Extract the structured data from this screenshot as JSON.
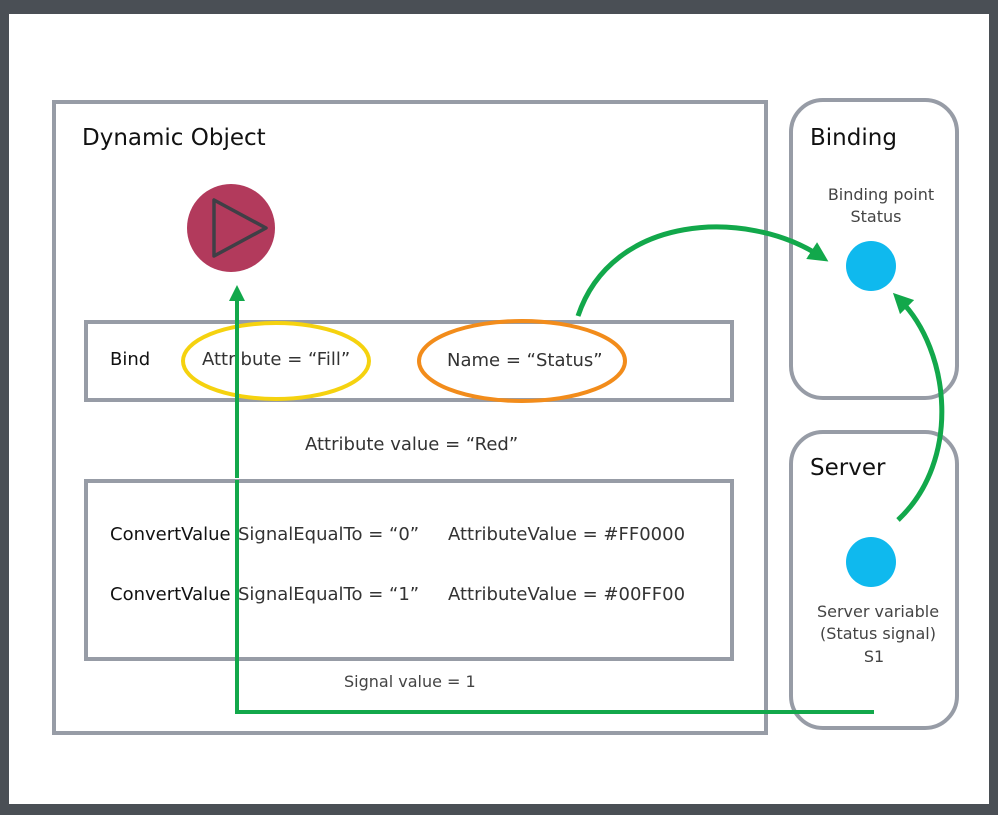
{
  "dynamic_object": {
    "title": "Dynamic Object",
    "bind": {
      "label": "Bind",
      "attribute": "Attribute = “Fill”",
      "name": "Name = “Status”"
    },
    "attribute_value": "Attribute value = “Red”",
    "convert_values": [
      {
        "label": "ConvertValue",
        "signal": "SignalEqualTo = “0”",
        "attribute": "AttributeValue = #FF0000"
      },
      {
        "label": "ConvertValue",
        "signal": "SignalEqualTo = “1”",
        "attribute": "AttributeValue = #00FF00"
      }
    ],
    "signal_value": "Signal value = 1",
    "icon": "play-icon"
  },
  "binding": {
    "title": "Binding",
    "point_label": "Binding point",
    "point_name": "Status"
  },
  "server": {
    "title": "Server",
    "variable_line1": "Server variable",
    "variable_line2": "(Status signal)",
    "variable_line3": "S1"
  },
  "colors": {
    "frame": "#4a4f55",
    "box_border": "#979ca6",
    "arrow_green": "#12a84b",
    "yellow_highlight": "#f5d20f",
    "orange_highlight": "#f28c1b",
    "point_cyan": "#0fb9ee",
    "play_circle": "#b23a5c"
  }
}
